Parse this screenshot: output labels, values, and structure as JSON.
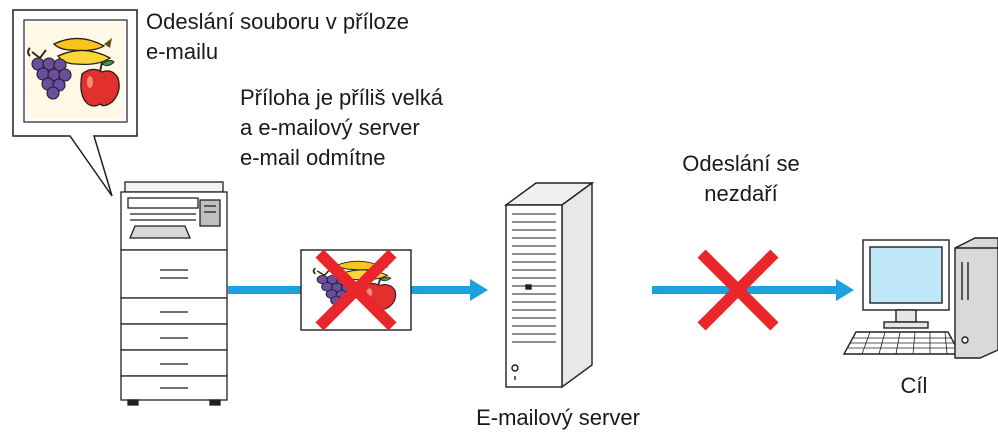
{
  "callout": {
    "line1": "Odeslání souboru v příloze",
    "line2": "e-mailu"
  },
  "rejection_note": {
    "line1": "Příloha je příliš velká",
    "line2": "a e-mailový server",
    "line3": "e-mail odmítne"
  },
  "failure_note": {
    "line1": "Odeslání se",
    "line2": "nezdaří"
  },
  "labels": {
    "server": "E-mailový server",
    "destination": "Cíl"
  },
  "colors": {
    "arrow": "#1aa3e0",
    "cross": "#e8262c",
    "outline": "#231f20"
  },
  "icons": [
    "fruit-image-icon",
    "mfp-printer-icon",
    "email-server-tower-icon",
    "desktop-computer-icon",
    "red-cross-icon"
  ]
}
